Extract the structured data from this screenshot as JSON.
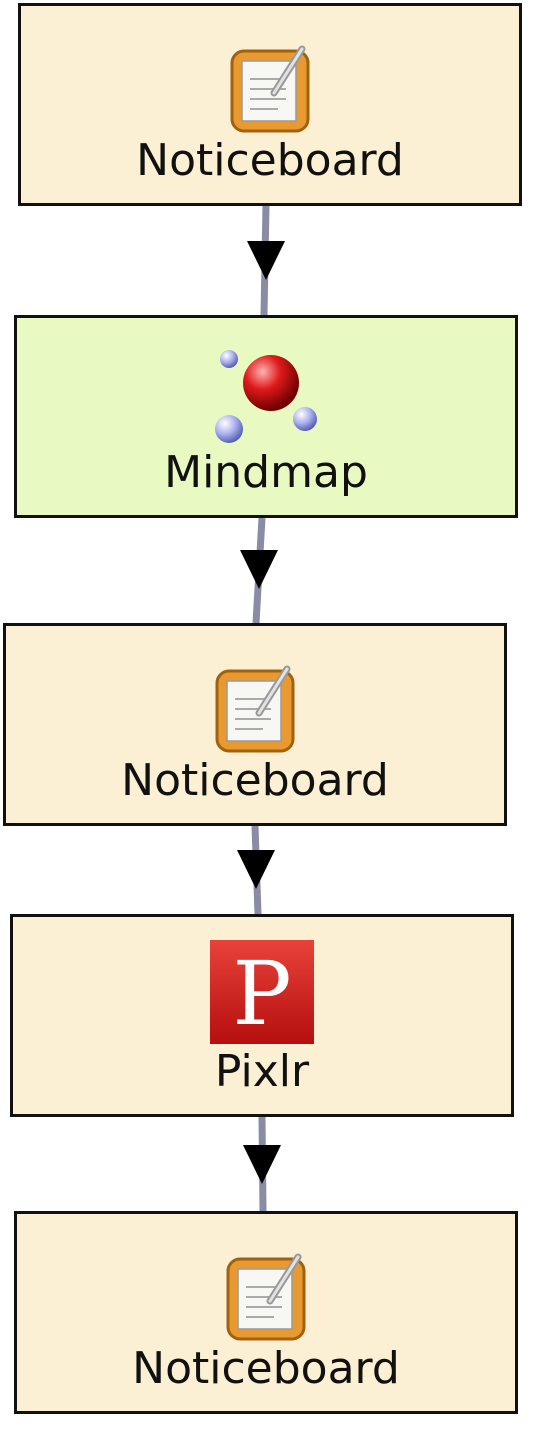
{
  "nodes": [
    {
      "label": "Noticeboard",
      "icon": "noticeboard-icon",
      "color": "#fcf0d4"
    },
    {
      "label": "Mindmap",
      "icon": "mindmap-icon",
      "color": "#e9f9c2"
    },
    {
      "label": "Noticeboard",
      "icon": "noticeboard-icon",
      "color": "#fcf0d4"
    },
    {
      "label": "Pixlr",
      "icon": "pixlr-icon",
      "color": "#fcf0d4",
      "icon_letter": "P"
    },
    {
      "label": "Noticeboard",
      "icon": "noticeboard-icon",
      "color": "#fcf0d4"
    }
  ],
  "connector_color": "#8a8ca6"
}
